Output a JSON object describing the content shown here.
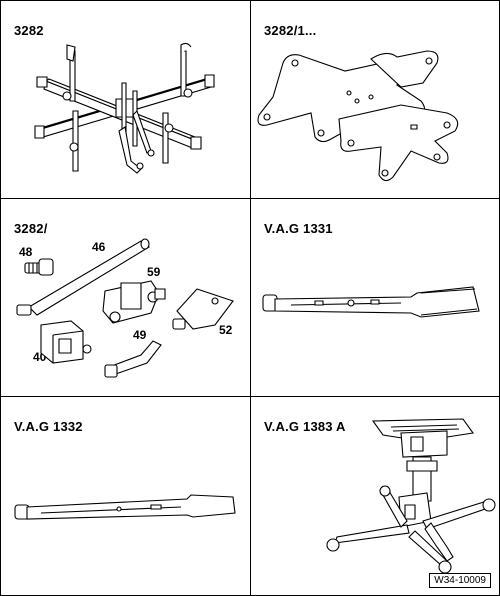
{
  "cells": [
    {
      "title": "3282"
    },
    {
      "title": "3282/1..."
    },
    {
      "title": "3282/",
      "parts": {
        "p48": "48",
        "p46": "46",
        "p59": "59",
        "p40": "40",
        "p49": "49",
        "p52": "52"
      }
    },
    {
      "title": "V.A.G 1331"
    },
    {
      "title": "V.A.G 1332"
    },
    {
      "title": "V.A.G 1383 A"
    }
  ],
  "reference_code": "W34-10009"
}
